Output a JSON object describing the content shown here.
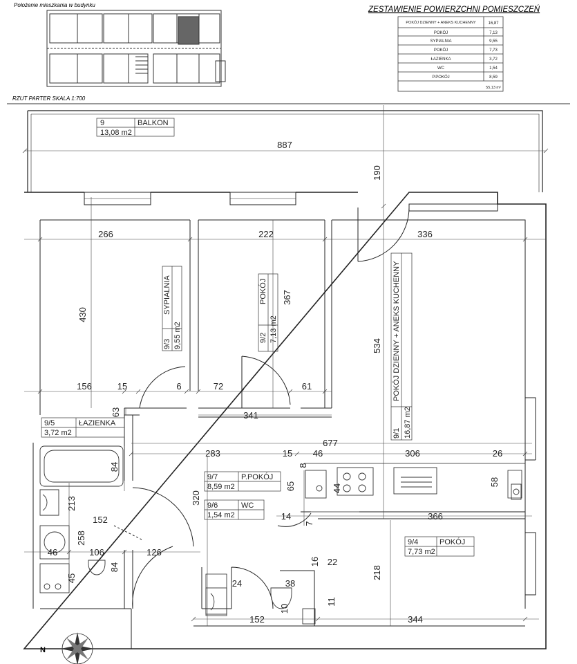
{
  "header": {
    "location_caption": "Położenie mieszkania w budynku",
    "scale_caption": "RZUT PARTER SKALA 1:700",
    "summary_title": "ZESTAWIENIE POWIERZCHNI POMIESZCZEŃ"
  },
  "area_table": {
    "rows": [
      {
        "name": "POKÓJ DZIENNY + ANEKS KUCHENNY",
        "value": "16,87"
      },
      {
        "name": "POKÓJ",
        "value": "7,13"
      },
      {
        "name": "SYPIALNIA",
        "value": "9,55"
      },
      {
        "name": "POKÓJ",
        "value": "7,73"
      },
      {
        "name": "ŁAZIENKA",
        "value": "3,72"
      },
      {
        "name": "WC",
        "value": "1,54"
      },
      {
        "name": "P.POKÓJ",
        "value": "8,59"
      }
    ],
    "total": "55,13 m²"
  },
  "rooms": {
    "balcony": {
      "num": "9",
      "name": "BALKON",
      "area": "13,08 m2"
    },
    "bedroom": {
      "num": "9/3",
      "name": "SYPIALNIA",
      "area": "9,55 m2"
    },
    "room92": {
      "num": "9/2",
      "name": "POKÓJ",
      "area": "7,13 m2"
    },
    "living": {
      "num": "9/1",
      "name": "POKÓJ DZIENNY + ANEKS KUCHENNY",
      "area": "16,87 m2"
    },
    "bathroom": {
      "num": "9/5",
      "name": "ŁAZIENKA",
      "area": "3,72 m2"
    },
    "hall": {
      "num": "9/7",
      "name": "P.POKÓJ",
      "area": "8,59 m2"
    },
    "wc": {
      "num": "9/6",
      "name": "WC",
      "area": "1,54 m2"
    },
    "room94": {
      "num": "9/4",
      "name": "POKÓJ",
      "area": "7,73 m2"
    }
  },
  "dimensions": {
    "d887": "887",
    "d190": "190",
    "d266": "266",
    "d222": "222",
    "d336": "336",
    "d430": "430",
    "d367": "367",
    "d534": "534",
    "d156": "156",
    "d15a": "15",
    "d6": "6",
    "d72": "72",
    "d61": "61",
    "d63": "63",
    "d341": "341",
    "d677": "677",
    "d283": "283",
    "d15b": "15",
    "d46a": "46",
    "d306": "306",
    "d26": "26",
    "d84a": "84",
    "d8": "8",
    "d65": "65",
    "d44": "44",
    "d58": "58",
    "d213": "213",
    "d320": "320",
    "d152a": "152",
    "d14": "14",
    "d7": "7",
    "d366": "366",
    "d258": "258",
    "d46b": "46",
    "d106": "106",
    "d126": "126",
    "d84b": "84",
    "d45": "45",
    "d24": "24",
    "d16": "16",
    "d22": "22",
    "d218": "218",
    "d38": "38",
    "d10": "10",
    "d11": "11",
    "d152b": "152",
    "d344": "344"
  },
  "compass": {
    "north": "N"
  }
}
